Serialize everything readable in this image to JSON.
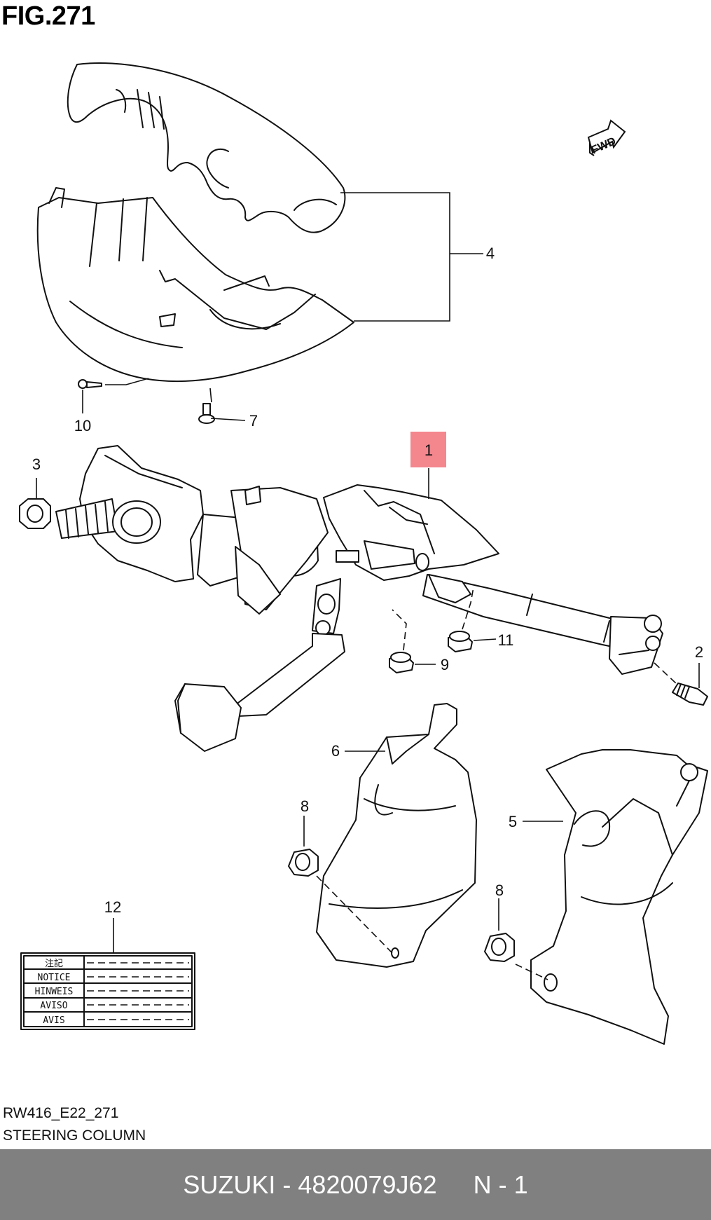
{
  "figure": {
    "title": "FIG.271",
    "fwd_badge": "FWD"
  },
  "callouts": [
    {
      "id": "1",
      "label": "1",
      "highlighted": true
    },
    {
      "id": "2",
      "label": "2"
    },
    {
      "id": "3",
      "label": "3"
    },
    {
      "id": "4",
      "label": "4"
    },
    {
      "id": "5",
      "label": "5"
    },
    {
      "id": "6",
      "label": "6"
    },
    {
      "id": "7",
      "label": "7"
    },
    {
      "id": "8a",
      "label": "8"
    },
    {
      "id": "8b",
      "label": "8"
    },
    {
      "id": "9",
      "label": "9"
    },
    {
      "id": "10",
      "label": "10"
    },
    {
      "id": "11",
      "label": "11"
    },
    {
      "id": "12",
      "label": "12"
    }
  ],
  "notice_label": {
    "rows": [
      "注記",
      "NOTICE",
      "HINWEIS",
      "AVISO",
      "AVIS"
    ]
  },
  "footer": {
    "diagram_code": "RW416_E22_271",
    "section_name": "STEERING COLUMN"
  },
  "bottom_bar": {
    "brand_part": "SUZUKI - 4820079J62",
    "quantity": "N - 1"
  },
  "colors": {
    "highlight": "#f4868e",
    "bar_background": "#808080",
    "bar_text": "#ffffff"
  }
}
